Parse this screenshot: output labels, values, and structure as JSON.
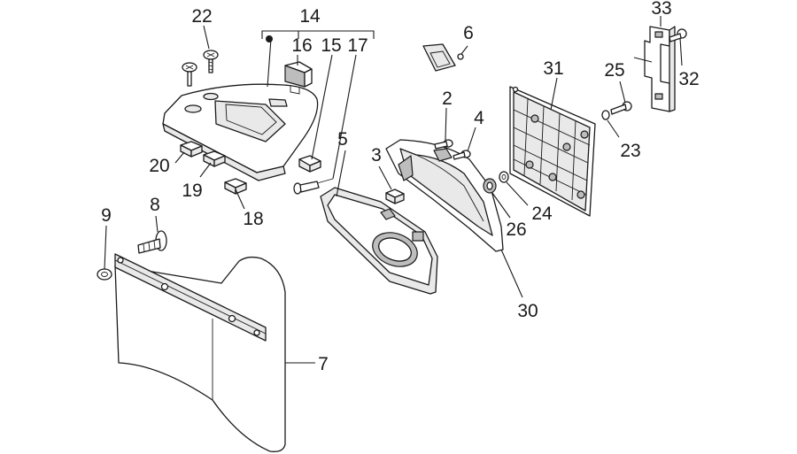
{
  "diagram": {
    "callouts": [
      {
        "id": "c22",
        "label": "22"
      },
      {
        "id": "c14",
        "label": "14"
      },
      {
        "id": "c16",
        "label": "16"
      },
      {
        "id": "c15",
        "label": "15"
      },
      {
        "id": "c17",
        "label": "17"
      },
      {
        "id": "c6",
        "label": "6"
      },
      {
        "id": "c33",
        "label": "33"
      },
      {
        "id": "c31",
        "label": "31"
      },
      {
        "id": "c25",
        "label": "25"
      },
      {
        "id": "c32",
        "label": "32"
      },
      {
        "id": "c2",
        "label": "2"
      },
      {
        "id": "c4",
        "label": "4"
      },
      {
        "id": "c23",
        "label": "23"
      },
      {
        "id": "c3",
        "label": "3"
      },
      {
        "id": "c5",
        "label": "5"
      },
      {
        "id": "c20",
        "label": "20"
      },
      {
        "id": "c19",
        "label": "19"
      },
      {
        "id": "c18",
        "label": "18"
      },
      {
        "id": "c24",
        "label": "24"
      },
      {
        "id": "c26",
        "label": "26"
      },
      {
        "id": "c9",
        "label": "9"
      },
      {
        "id": "c8",
        "label": "8"
      },
      {
        "id": "c30",
        "label": "30"
      },
      {
        "id": "c7",
        "label": "7"
      }
    ]
  }
}
